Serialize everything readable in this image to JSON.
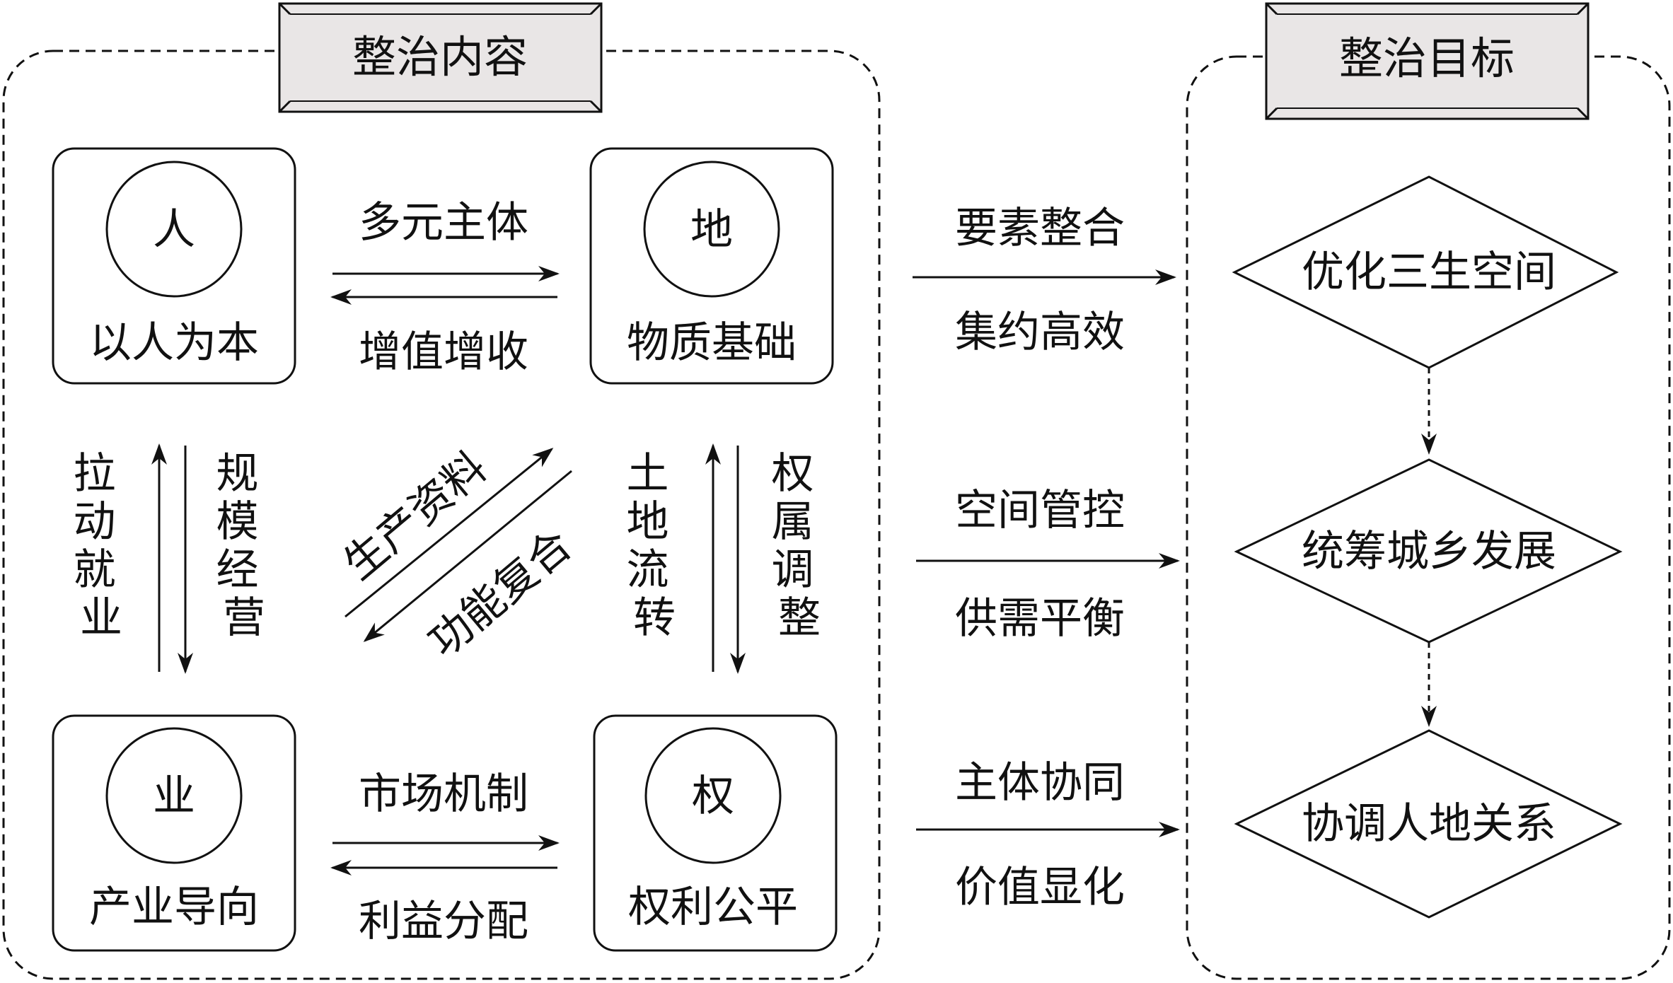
{
  "left_panel": {
    "title": "整治内容"
  },
  "right_panel": {
    "title": "整治目标"
  },
  "nodes": {
    "ren": {
      "char": "人",
      "label": "以人为本"
    },
    "di": {
      "char": "地",
      "label": "物质基础"
    },
    "ye": {
      "char": "业",
      "label": "产业导向"
    },
    "quan": {
      "char": "权",
      "label": "权利公平"
    }
  },
  "links": {
    "ren_di": {
      "forward": "多元主体",
      "backward": "增值增收"
    },
    "ye_quan": {
      "forward": "市场机制",
      "backward": "利益分配"
    },
    "ren_ye": {
      "up": "拉动就业",
      "down": "规模经营"
    },
    "di_quan": {
      "up": "土地流转",
      "down": "权属调整"
    },
    "diagonal": {
      "upper": "生产资料",
      "lower": "功能复合"
    }
  },
  "bridges": [
    {
      "top": "要素整合",
      "bottom": "集约高效"
    },
    {
      "top": "空间管控",
      "bottom": "供需平衡"
    },
    {
      "top": "主体协同",
      "bottom": "价值显化"
    }
  ],
  "goals": [
    "优化三生空间",
    "统筹城乡发展",
    "协调人地关系"
  ]
}
